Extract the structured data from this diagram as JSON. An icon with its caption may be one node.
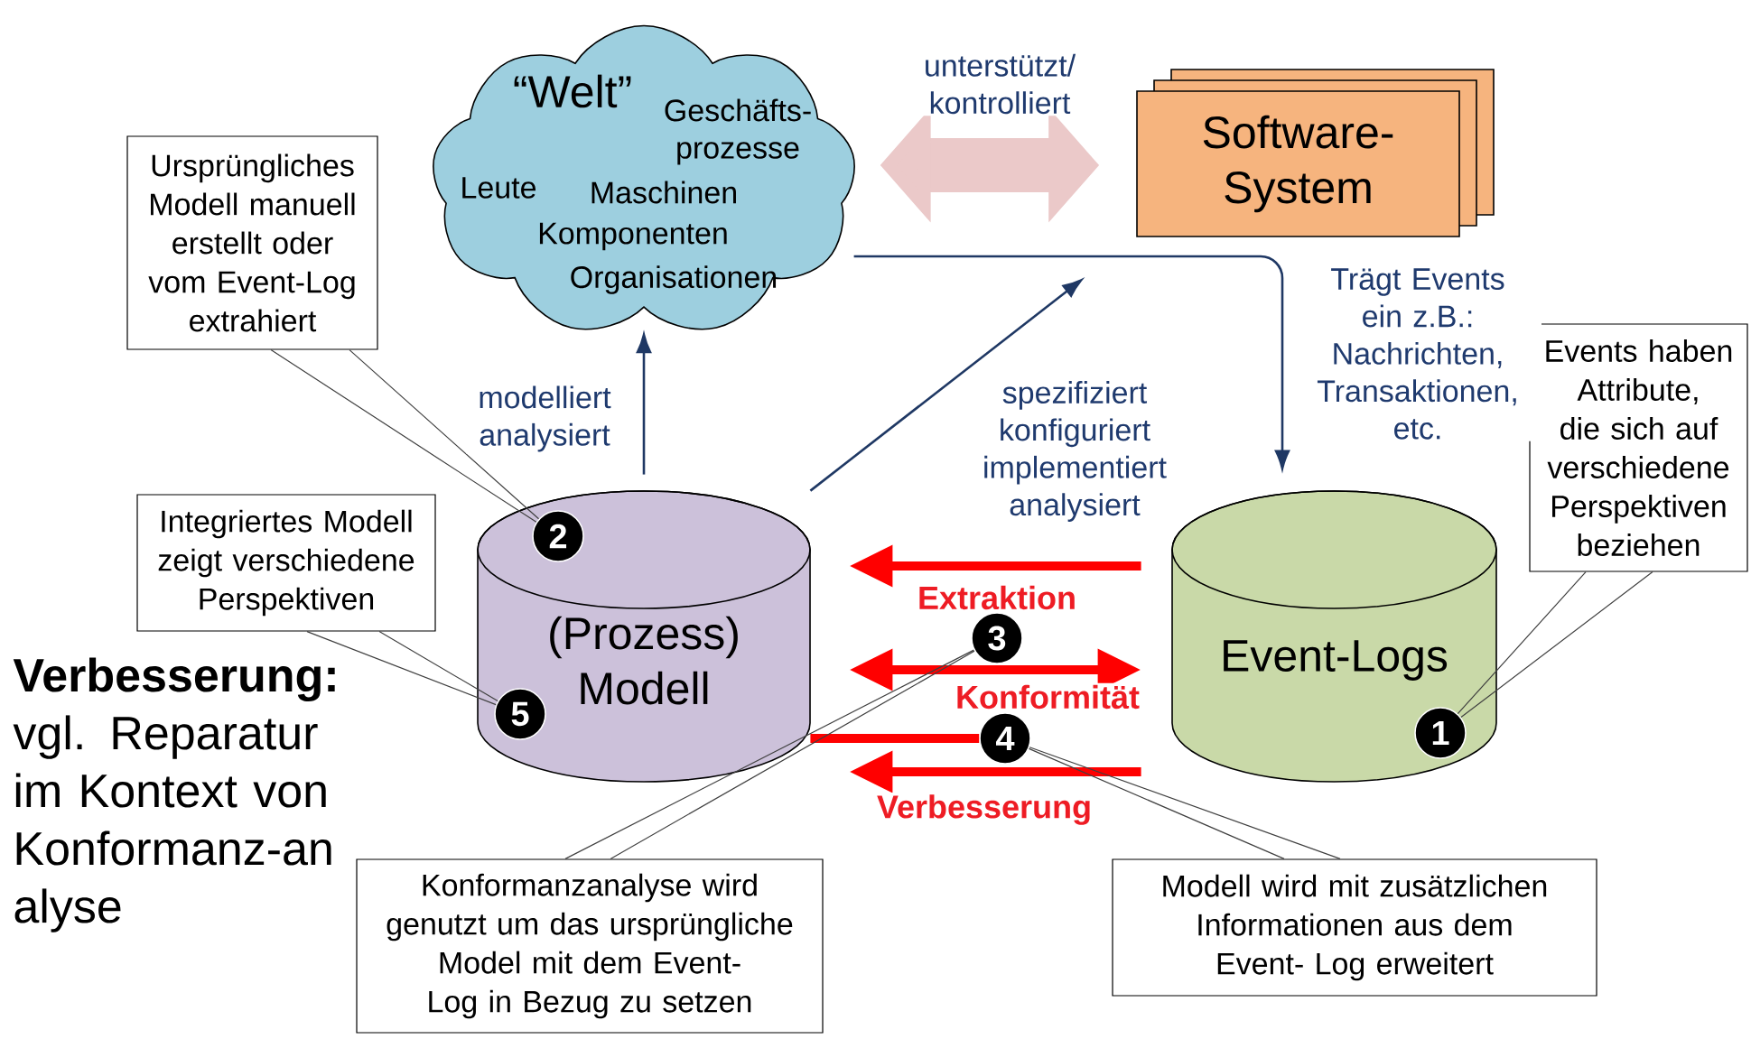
{
  "diagram": {
    "nodes": [
      {
        "text": [
          "“Welt”",
          "Geschäfts- prozesse",
          "Leute",
          "Maschinen",
          "Komponenten",
          "Organisationen"
        ]
      },
      {
        "text": [
          "Software- System"
        ]
      },
      {
        "text": [
          "(Prozess) Modell"
        ]
      },
      {
        "text": [
          "Event-Logs"
        ]
      },
      {
        "text": [
          "Ursprüngliches Modell manuell erstellt oder vom Event-Log extrahiert"
        ]
      },
      {
        "text": [
          "Integriertes Modell zeigt verschiedene Perspektiven"
        ]
      },
      {
        "text": [
          "Events haben Attribute, die sich auf verschiedene Perspektiven beziehen"
        ]
      },
      {
        "text": [
          "Konformanzanalyse wird genutzt um das ursprüngliche Model mit dem Event-Log in Bezug zu setzen"
        ]
      },
      {
        "text": [
          "Modell wird mit zusätzlichen Informationen aus dem Event- Log erweitert"
        ]
      },
      {
        "text": [
          "1"
        ],
        "in": 3
      },
      {
        "text": [
          "2"
        ],
        "in": 2
      },
      {
        "text": [
          "3"
        ]
      },
      {
        "text": [
          "4"
        ]
      },
      {
        "text": [
          "5"
        ],
        "in": 2
      }
    ],
    "edges": [
      {
        "from": 2,
        "to": 0,
        "arrow": "to",
        "label": "modelliert analysiert",
        "color": "#1f3864"
      },
      {
        "from": 2,
        "to": 1,
        "arrow": "to",
        "label": "spezifiziert konfiguriert implementiert analysiert",
        "color": "#1f3864"
      },
      {
        "from": 0,
        "to": 1,
        "arrow": "both",
        "label": "unterstützt/ kontrolliert",
        "style": "thick",
        "color": "#ebc9c9"
      },
      {
        "from": 0,
        "to": 3,
        "arrow": "to",
        "label": "Trägt Events ein z.B.: Nachrichten, Transaktionen, etc.",
        "color": "#1f3864"
      },
      {
        "from": 3,
        "to": 2,
        "arrow": "to",
        "label": "Extraktion",
        "style": "thick",
        "color": "#ff0000"
      },
      {
        "from": 2,
        "to": 3,
        "arrow": "both",
        "label": "Konformität",
        "style": "thick",
        "color": "#ff0000"
      },
      {
        "from": 3,
        "to": 2,
        "arrow": "to",
        "label": "Verbesserung",
        "style": "thick",
        "color": "#ff0000"
      },
      {
        "from": 2,
        "to": 12,
        "arrow": "none",
        "style": "thick",
        "color": "#ff0000"
      },
      {
        "from": 4,
        "to": 10,
        "arrow": "none"
      },
      {
        "from": 5,
        "to": 13,
        "arrow": "none"
      },
      {
        "from": 6,
        "to": 9,
        "arrow": "none"
      },
      {
        "from": 7,
        "to": 11,
        "arrow": "none"
      },
      {
        "from": 8,
        "to": 12,
        "arrow": "none"
      }
    ],
    "labels": [
      "**Verbesserung:** vgl. Reparatur im Kontext von Konformanz-an alyse"
    ]
  }
}
